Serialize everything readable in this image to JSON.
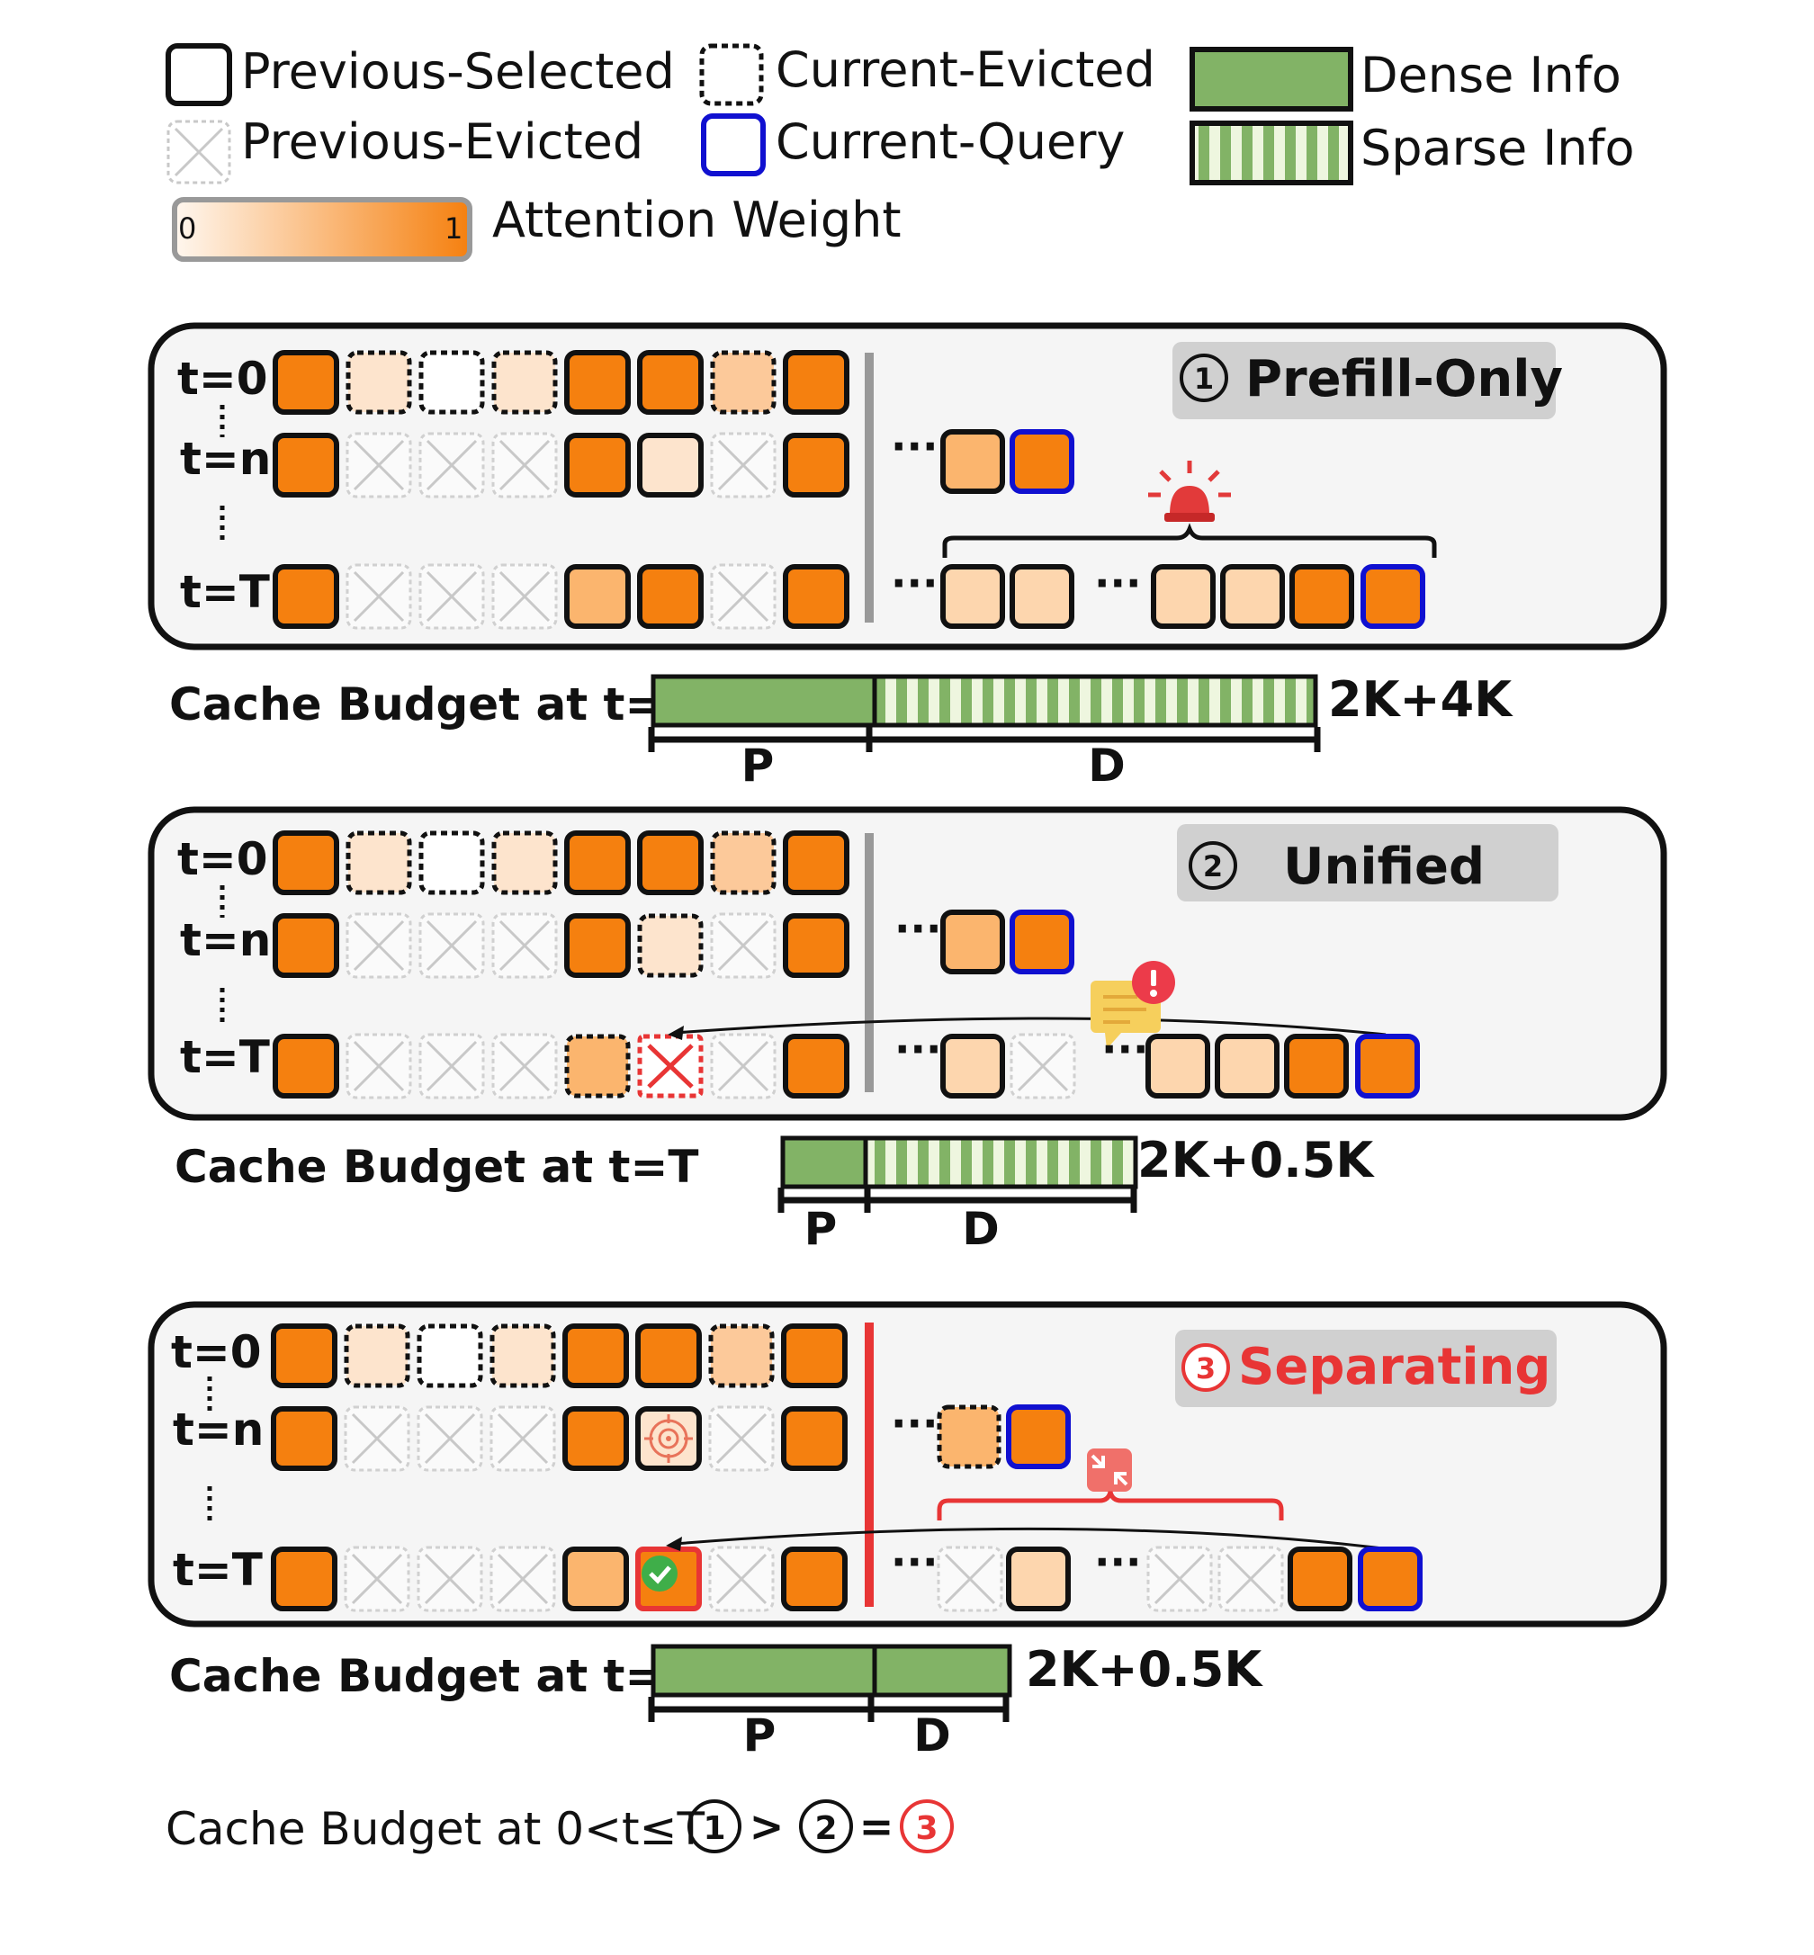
{
  "legend": {
    "previous_selected": "Previous-Selected",
    "current_evicted": "Current-Evicted",
    "dense_info": "Dense Info",
    "previous_evicted": "Previous-Evicted",
    "current_query": "Current-Query",
    "sparse_info": "Sparse Info",
    "attention_weight": "Attention Weight",
    "colorbar_min": "0",
    "colorbar_max": "1"
  },
  "colors": {
    "orange_full": "#f5800f",
    "orange_mid": "#fbb56e",
    "orange_light": "#fdd6ae",
    "orange_faint": "#fde4cd",
    "query_blue": "#1010d0",
    "dense_green": "#82b366",
    "sparse_light": "#eef6df",
    "red": "#e83535",
    "panel_bg": "#f5f5f5"
  },
  "row_labels": {
    "t0": "t=0",
    "tn": "t=n",
    "tT": "t=T"
  },
  "panels": [
    {
      "number": "1",
      "title": "Prefill-Only",
      "budget_label": "Cache Budget at t=T",
      "budget_value": "2K+4K",
      "p_label": "P",
      "d_label": "D"
    },
    {
      "number": "2",
      "title": "Unified",
      "budget_label": "Cache Budget at t=T",
      "budget_value": "2K+0.5K",
      "p_label": "P",
      "d_label": "D"
    },
    {
      "number": "3",
      "title": "Separating",
      "budget_label": "Cache Budget at t=T",
      "budget_value": "2K+0.5K",
      "p_label": "P",
      "d_label": "D"
    }
  ],
  "footer": {
    "text": "Cache Budget at 0<t≤T",
    "c1": "1",
    "gt": ">",
    "c2": "2",
    "eq": "=",
    "c3": "3"
  }
}
